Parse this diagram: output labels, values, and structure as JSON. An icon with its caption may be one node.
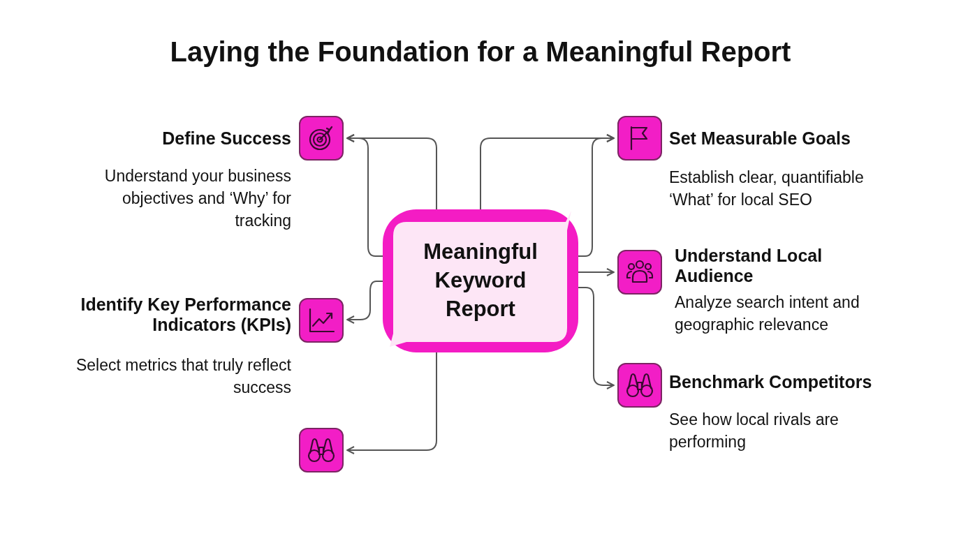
{
  "diagram": {
    "title": "Laying the Foundation for a Meaningful Report",
    "nodes": [
      {
        "text": [
          "Meaningful Keyword Report"
        ]
      },
      {
        "text": [],
        "shape": "box",
        "beside": [
          "Define Success",
          "Understand your business objectives and ‘Why’ for tracking"
        ]
      },
      {
        "text": [],
        "shape": "box",
        "beside": [
          "Set Measurable Goals",
          "Establish clear, quantifiable ‘What’ for local SEO"
        ]
      },
      {
        "text": [],
        "shape": "box",
        "beside": [
          "Understand Local Audience",
          "Analyze search intent and geographic relevance"
        ]
      },
      {
        "text": [],
        "shape": "box",
        "beside": [
          "Identify Key Performance Indicators (KPIs)",
          "Select metrics that truly reflect success"
        ]
      },
      {
        "text": [],
        "shape": "box",
        "beside": [
          "Benchmark Competitors",
          "See how local rivals are performing"
        ]
      },
      {
        "text": [],
        "shape": "box"
      }
    ],
    "edges": [
      {
        "from": 0,
        "to": 1,
        "arrow": "to"
      },
      {
        "from": 0,
        "to": 1,
        "arrow": "to"
      },
      {
        "from": 0,
        "to": 2,
        "arrow": "to"
      },
      {
        "from": 0,
        "to": 2,
        "arrow": "to"
      },
      {
        "from": 0,
        "to": 3,
        "arrow": "to"
      },
      {
        "from": 0,
        "to": 4,
        "arrow": "to"
      },
      {
        "from": 0,
        "to": 5,
        "arrow": "to"
      },
      {
        "from": 0,
        "to": 6,
        "arrow": "to"
      }
    ]
  }
}
